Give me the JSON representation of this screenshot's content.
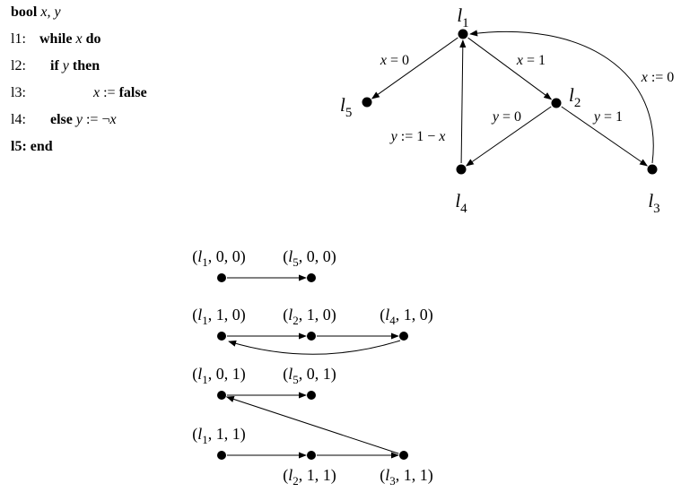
{
  "program": {
    "lines": [
      {
        "label": "",
        "parts": [
          {
            "t": "bool",
            "s": "kw"
          },
          {
            "t": " x, y",
            "s": "var"
          }
        ]
      },
      {
        "label": "l1:",
        "parts": [
          {
            "t": "while",
            "s": "kw"
          },
          {
            "t": " x ",
            "s": "var"
          },
          {
            "t": "do",
            "s": "kw"
          }
        ]
      },
      {
        "label": "l2:",
        "indent": 1,
        "parts": [
          {
            "t": "if",
            "s": "kw"
          },
          {
            "t": " y ",
            "s": "var"
          },
          {
            "t": "then",
            "s": "kw"
          }
        ]
      },
      {
        "label": "l3:",
        "indent": 2,
        "parts": [
          {
            "t": "x",
            "s": "var"
          },
          {
            "t": " := ",
            "s": ""
          },
          {
            "t": "false",
            "s": "kw"
          }
        ]
      },
      {
        "label": "l4:",
        "indent": 1,
        "parts": [
          {
            "t": "else",
            "s": "kw"
          },
          {
            "t": " y",
            "s": "var"
          },
          {
            "t": " := ¬",
            "s": ""
          },
          {
            "t": "x",
            "s": "var"
          }
        ]
      },
      {
        "label": "",
        "parts": [
          {
            "t": "l5: end",
            "s": "kw"
          }
        ]
      }
    ]
  },
  "cfg": {
    "nodes": {
      "l1": {
        "label": "l1"
      },
      "l2": {
        "label": "l2"
      },
      "l3": {
        "label": "l3"
      },
      "l4": {
        "label": "l4"
      },
      "l5": {
        "label": "l5"
      }
    },
    "edges": [
      {
        "from": "l1",
        "to": "l5",
        "label": "x = 0"
      },
      {
        "from": "l1",
        "to": "l2",
        "label": "x = 1"
      },
      {
        "from": "l2",
        "to": "l4",
        "label": "y = 0"
      },
      {
        "from": "l2",
        "to": "l3",
        "label": "y = 1"
      },
      {
        "from": "l4",
        "to": "l1",
        "label": "y := 1 − x"
      },
      {
        "from": "l3",
        "to": "l1",
        "label": "x := 0"
      }
    ]
  },
  "state_graph": {
    "nodes": {
      "a1": {
        "label": "(l1, 0, 0)"
      },
      "a2": {
        "label": "(l5, 0, 0)"
      },
      "b1": {
        "label": "(l1, 1, 0)"
      },
      "b2": {
        "label": "(l2, 1, 0)"
      },
      "b3": {
        "label": "(l4, 1, 0)"
      },
      "c1": {
        "label": "(l1, 0, 1)"
      },
      "c2": {
        "label": "(l5, 0, 1)"
      },
      "d1": {
        "label": "(l1, 1, 1)"
      },
      "d2": {
        "label": "(l2, 1, 1)"
      },
      "d3": {
        "label": "(l3, 1, 1)"
      }
    },
    "edges": [
      {
        "from": "a1",
        "to": "a2"
      },
      {
        "from": "b1",
        "to": "b2"
      },
      {
        "from": "b2",
        "to": "b3"
      },
      {
        "from": "b3",
        "to": "b1"
      },
      {
        "from": "c1",
        "to": "c2"
      },
      {
        "from": "d1",
        "to": "d2"
      },
      {
        "from": "d2",
        "to": "d3"
      },
      {
        "from": "d3",
        "to": "c1"
      }
    ]
  }
}
